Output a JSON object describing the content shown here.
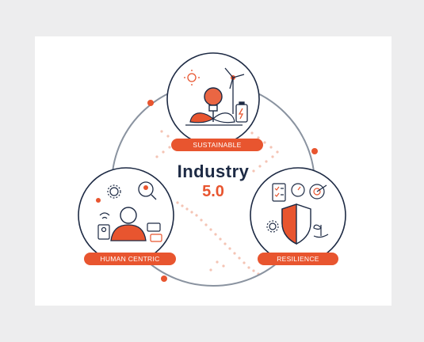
{
  "diagram": {
    "title": "Industry",
    "version": "5.0",
    "pillars": [
      {
        "label": "SUSTAINABLE"
      },
      {
        "label": "HUMAN CENTRIC"
      },
      {
        "label": "RESILIENCE"
      }
    ]
  },
  "colors": {
    "accent": "#e8552f",
    "navy": "#1d2a44",
    "ring": "#8a93a0",
    "background": "#ededee",
    "card": "#ffffff"
  }
}
